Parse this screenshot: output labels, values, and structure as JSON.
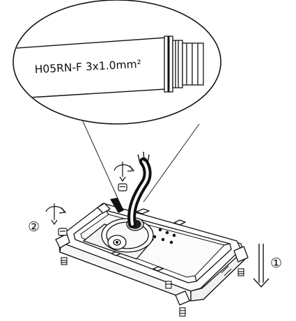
{
  "cable_label": "H05RN-F 3x1.0mm²",
  "step_one": "①",
  "step_two": "②"
}
